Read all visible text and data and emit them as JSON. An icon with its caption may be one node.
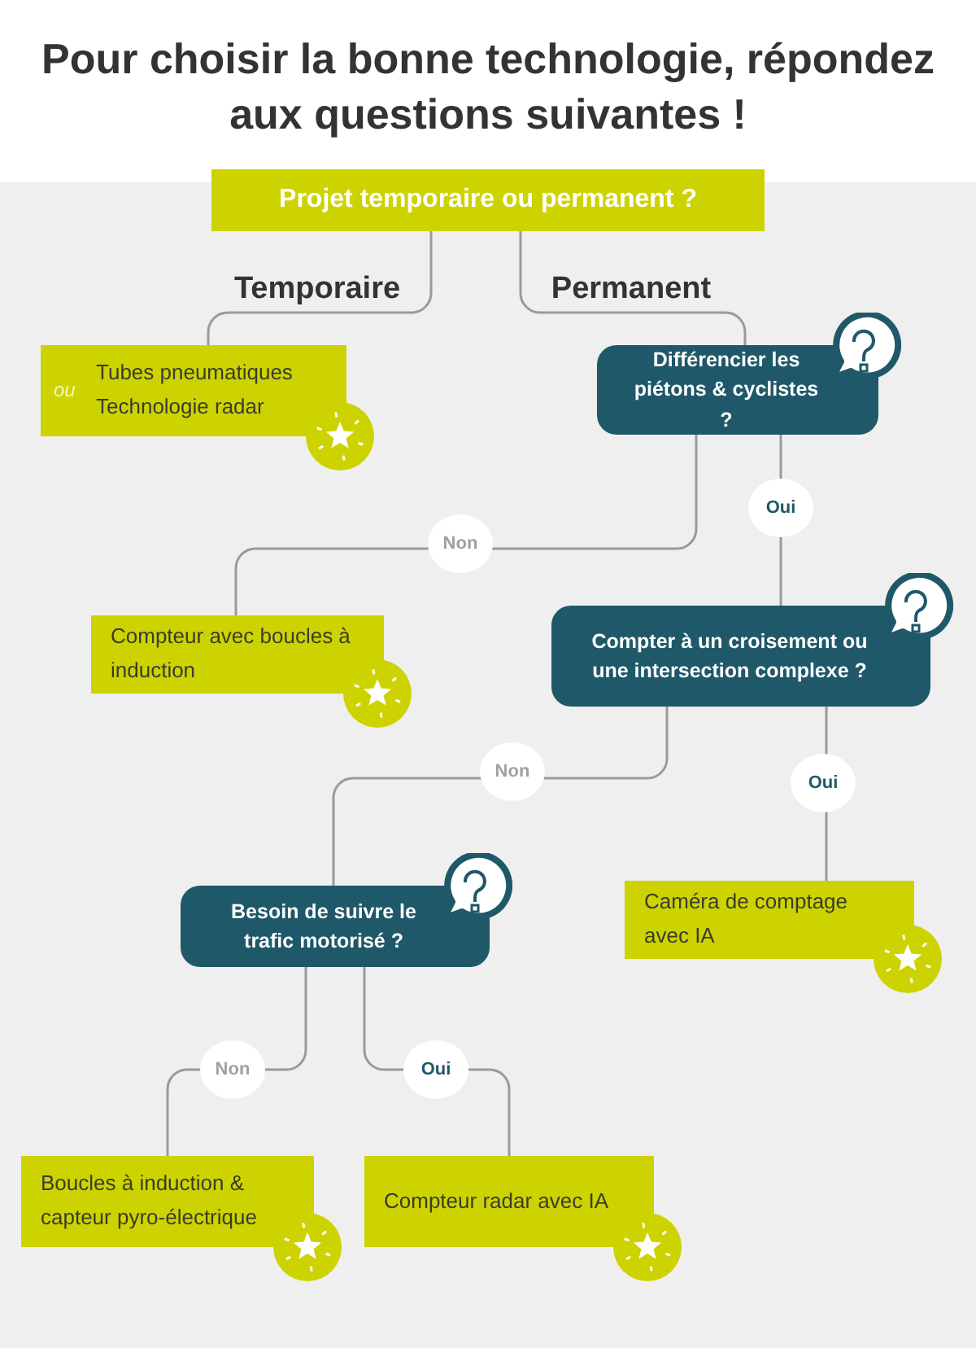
{
  "diagram": {
    "title": "Pour choisir la bonne technologie, répondez aux questions suivantes !",
    "nodes": [
      {
        "text": [
          "Projet temporaire ou permanent ?"
        ]
      },
      {
        "text": [
          "ou",
          "Tubes pneumatiques",
          "Technologie radar"
        ]
      },
      {
        "text": [
          "Différencier les piétons & cyclistes ?"
        ]
      },
      {
        "text": [
          "Compteur avec boucles à induction"
        ]
      },
      {
        "text": [
          "Compter à un croisement ou une intersection complexe ?"
        ]
      },
      {
        "text": [
          "Caméra de comptage avec IA"
        ]
      },
      {
        "text": [
          "Besoin de suivre le trafic motorisé ?"
        ]
      },
      {
        "text": [
          "Boucles à induction & capteur pyro-électrique"
        ]
      },
      {
        "text": [
          "Compteur radar avec IA"
        ]
      }
    ],
    "edges": [
      {
        "from": 0,
        "to": 1,
        "arrow": "none",
        "label": "Temporaire"
      },
      {
        "from": 0,
        "to": 2,
        "arrow": "none",
        "label": "Permanent"
      },
      {
        "from": 2,
        "to": 3,
        "arrow": "none",
        "label": "Non"
      },
      {
        "from": 2,
        "to": 4,
        "arrow": "none",
        "label": "Oui"
      },
      {
        "from": 4,
        "to": 6,
        "arrow": "none",
        "label": "Non"
      },
      {
        "from": 4,
        "to": 5,
        "arrow": "none",
        "label": "Oui"
      },
      {
        "from": 6,
        "to": 7,
        "arrow": "none",
        "label": "Non"
      },
      {
        "from": 6,
        "to": 8,
        "arrow": "none",
        "label": "Oui"
      }
    ]
  }
}
